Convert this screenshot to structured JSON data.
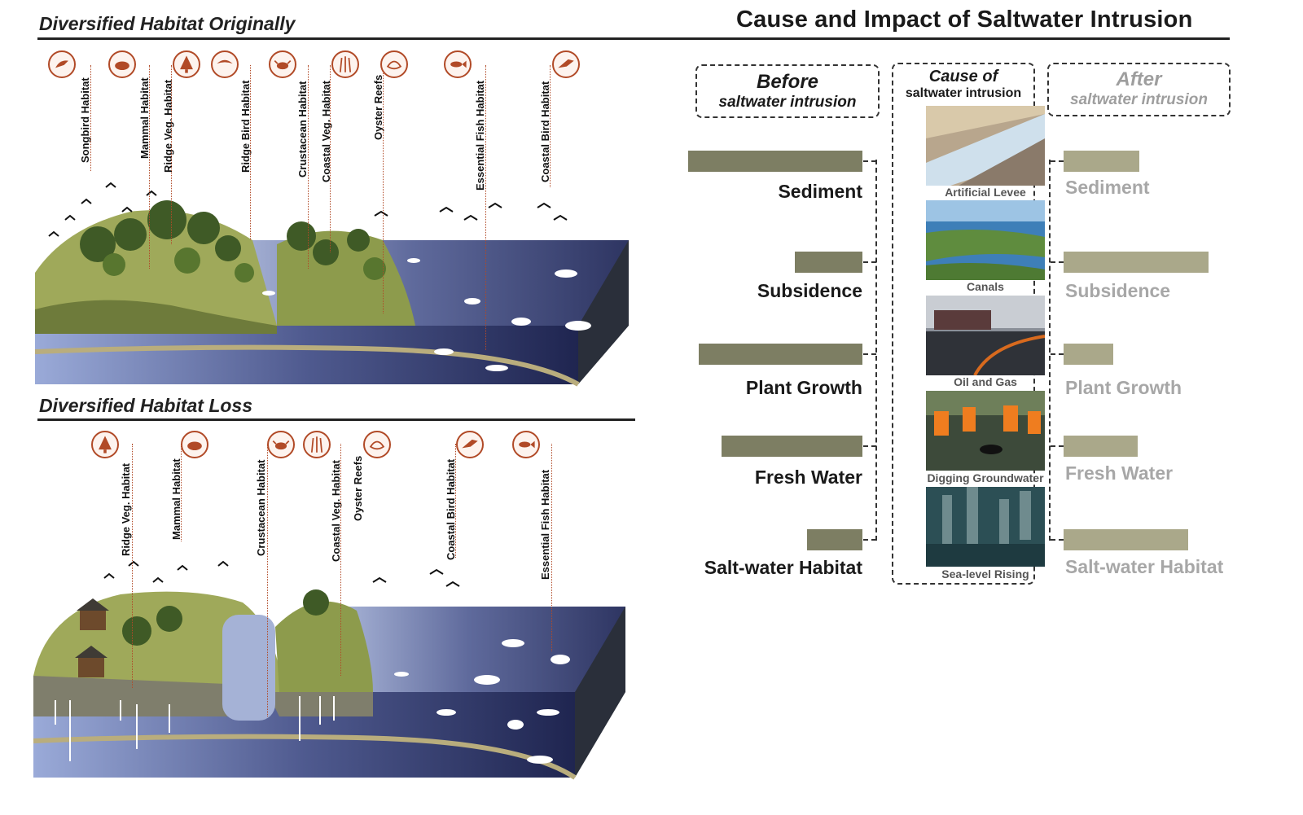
{
  "top_panel": {
    "title": "Diversified Habitat Originally",
    "habitats": [
      "Songbird Habitat",
      "Mammal Habitat",
      "Ridge Veg. Habitat",
      "Ridge Bird Habitat",
      "Crustacean Habitat",
      "Coastal Veg. Habitat",
      "Oyster Reefs",
      "Essential Fish Habitat",
      "Coastal Bird Habitat"
    ]
  },
  "bottom_panel": {
    "title": "Diversified Habitat Loss",
    "habitats": [
      "Ridge Veg. Habitat",
      "Mammal Habitat",
      "Crustacean Habitat",
      "Coastal Veg. Habitat",
      "Oyster Reefs",
      "Coastal Bird Habitat",
      "Essential Fish Habitat"
    ]
  },
  "right_panel": {
    "title": "Cause and Impact of Saltwater Intrusion",
    "before": {
      "line1": "Before",
      "line2": "saltwater intrusion"
    },
    "cause": {
      "line1": "Cause of",
      "line2": "saltwater intrusion"
    },
    "after": {
      "line1": "After",
      "line2": "saltwater intrusion"
    },
    "factors": [
      "Sediment",
      "Subsidence",
      "Plant Growth",
      "Fresh Water",
      "Salt-water Habitat"
    ],
    "before_levels": [
      1.0,
      0.39,
      0.94,
      0.81,
      0.32
    ],
    "after_levels": [
      0.52,
      1.0,
      0.34,
      0.51,
      0.86
    ],
    "causes": [
      "Artificial Levee",
      "Canals",
      "Oil and Gas",
      "Digging Groundwater",
      "Sea-level Rising"
    ]
  },
  "colors": {
    "before_bar": "#7d7e63",
    "after_bar": "#aaa88a",
    "after_text": "#a7a7a7",
    "accent": "#b14a27",
    "water_deep": "#2d3561",
    "water_light": "#8fa1cf"
  },
  "icons": [
    "songbird-icon",
    "mammal-icon",
    "tree-icon",
    "ridge-bird-icon",
    "crab-icon",
    "grass-icon",
    "oyster-icon",
    "fish-icon",
    "coastal-bird-icon"
  ]
}
